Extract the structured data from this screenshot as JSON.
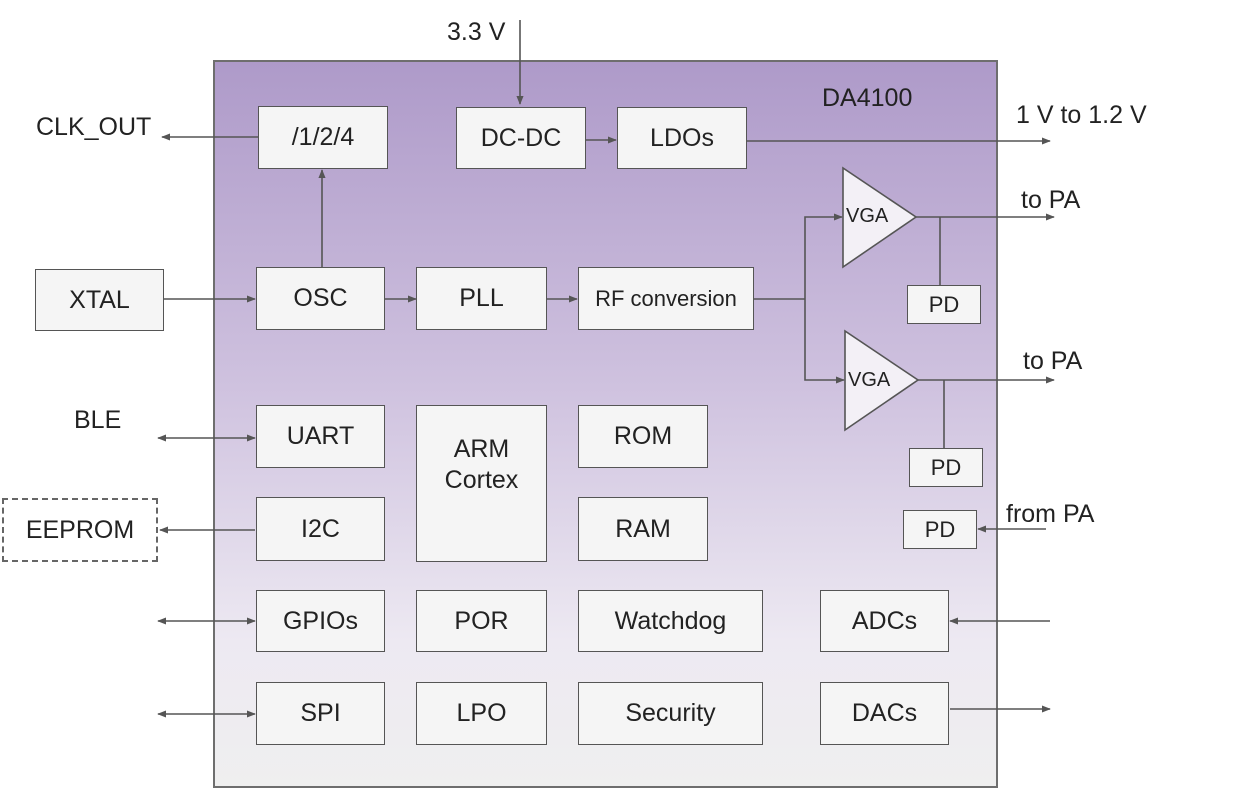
{
  "chip": {
    "name": "DA4100"
  },
  "external": {
    "supply": "3.3 V",
    "clk_out": "CLK_OUT",
    "core_voltage": "1 V to 1.2 V",
    "to_pa_1": "to PA",
    "to_pa_2": "to PA",
    "from_pa": "from PA",
    "ble": "BLE",
    "eeprom": "EEPROM",
    "xtal": "XTAL"
  },
  "blocks": {
    "divider": "/1/2/4",
    "dcdc": "DC-DC",
    "ldos": "LDOs",
    "osc": "OSC",
    "pll": "PLL",
    "rf_conversion": "RF conversion",
    "vga_1": "VGA",
    "vga_2": "VGA",
    "pd_1": "PD",
    "pd_2": "PD",
    "pd_3": "PD",
    "uart": "UART",
    "i2c": "I2C",
    "arm_cortex": "ARM\nCortex",
    "rom": "ROM",
    "ram": "RAM",
    "gpios": "GPIOs",
    "por": "POR",
    "watchdog": "Watchdog",
    "adcs": "ADCs",
    "spi": "SPI",
    "lpo": "LPO",
    "security": "Security",
    "dacs": "DACs"
  }
}
